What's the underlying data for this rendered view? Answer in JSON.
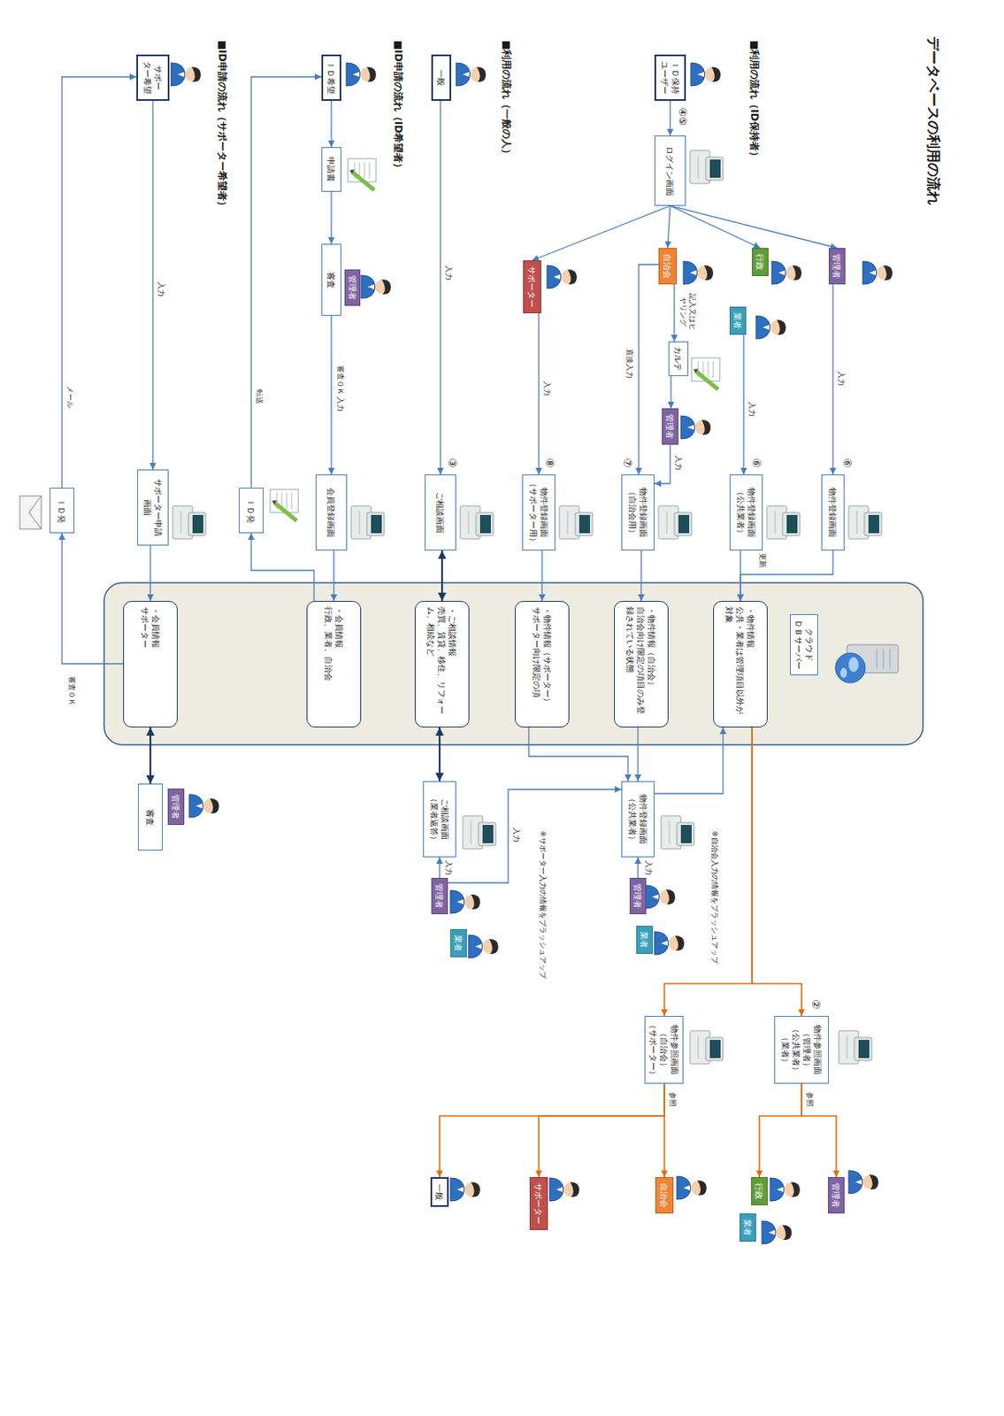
{
  "diagram": {
    "title": "データベースの利用の流れ",
    "nodes": [
      {
        "text": [
          "ＩＤ保持 ユーザー"
        ]
      },
      {
        "text": [
          "ログイン画面"
        ]
      },
      {
        "text": [
          "管理者"
        ]
      },
      {
        "text": [
          "行政"
        ]
      },
      {
        "text": [
          "業者"
        ]
      },
      {
        "text": [
          "自治会"
        ]
      },
      {
        "text": [
          "サポーター"
        ]
      },
      {
        "text": [
          "カルテ"
        ]
      },
      {
        "text": [
          "管理者"
        ]
      },
      {
        "text": [
          "一般"
        ]
      },
      {
        "text": [
          "ＩＤ希望"
        ]
      },
      {
        "text": [
          "申請書"
        ]
      },
      {
        "text": [
          "審査"
        ]
      },
      {
        "text": [
          "管理者"
        ]
      },
      {
        "text": [
          "サポー ター希望"
        ]
      },
      {
        "text": [
          "物件登録画面"
        ]
      },
      {
        "text": [
          "物件登録画面 （公共業者）"
        ]
      },
      {
        "text": [
          "物件登録画面 （自治会用）"
        ]
      },
      {
        "text": [
          "物件登録画面 （サポーター用）"
        ]
      },
      {
        "text": [
          "ご相談画面"
        ]
      },
      {
        "text": [
          "会員登録画面"
        ]
      },
      {
        "text": [
          "ＩＤ発"
        ]
      },
      {
        "text": [
          "サポーター申請 画面"
        ]
      },
      {
        "text": [
          "ＩＤ発"
        ]
      },
      {
        "text": [
          "クラウド ＤＢサーバー"
        ]
      },
      {
        "text": [
          "・物件情報",
          "公共・業者は管理項目以外が対象"
        ]
      },
      {
        "text": [
          "・物件情報（自治会）",
          "自治会向け限定の項目のみ登録されている状態"
        ]
      },
      {
        "text": [
          "・物件情報（サポーター）",
          "サポーター向け限定の項"
        ]
      },
      {
        "text": [
          "・ご相談情報",
          "売買、賃貸、移住、リフォーム、相続など"
        ]
      },
      {
        "text": [
          "・会員情報",
          "行政、業者、自治会"
        ]
      },
      {
        "text": [
          "・会員情報",
          "サポーター"
        ]
      },
      {
        "text": [
          "物件登録画面 （公共業者）"
        ]
      },
      {
        "text": [
          "ご相談画面 （業者返答）"
        ]
      },
      {
        "text": [
          "審査"
        ]
      },
      {
        "text": [
          "管理者"
        ]
      },
      {
        "text": [
          "管理者"
        ]
      },
      {
        "text": [
          "業者"
        ]
      },
      {
        "text": [
          "管理者"
        ]
      },
      {
        "text": [
          "業者"
        ]
      },
      {
        "text": [
          "物件参照画面 （管理者） （公共業者） （業者）"
        ]
      },
      {
        "text": [
          "物件参照画面 （自治会） （サポーター）"
        ]
      },
      {
        "text": [
          "管理者"
        ]
      },
      {
        "text": [
          "行政"
        ]
      },
      {
        "text": [
          "業者"
        ]
      },
      {
        "text": [
          "自治会"
        ]
      },
      {
        "text": [
          "サポーター"
        ]
      },
      {
        "text": [
          "一般"
        ]
      }
    ],
    "edges": [
      {
        "from": 0,
        "to": 1,
        "arrow": "to"
      },
      {
        "from": 1,
        "to": 2,
        "arrow": "to"
      },
      {
        "from": 1,
        "to": 3,
        "arrow": "to"
      },
      {
        "from": 1,
        "to": 5,
        "arrow": "to"
      },
      {
        "from": 1,
        "to": 6,
        "arrow": "to"
      },
      {
        "from": 2,
        "to": 15,
        "label": "入力",
        "arrow": "to"
      },
      {
        "from": 4,
        "to": 16,
        "label": "入力",
        "arrow": "to"
      },
      {
        "from": 5,
        "to": 7,
        "label": "記入又はヒヤリング",
        "arrow": "to"
      },
      {
        "from": 7,
        "to": 8,
        "arrow": "to"
      },
      {
        "from": 8,
        "to": 17,
        "label": "入力",
        "arrow": "to"
      },
      {
        "from": 5,
        "to": 17,
        "label": "直接入力",
        "arrow": "to"
      },
      {
        "from": 6,
        "to": 18,
        "label": "入力",
        "arrow": "to"
      },
      {
        "from": 9,
        "to": 19,
        "label": "入力",
        "arrow": "to"
      },
      {
        "from": 15,
        "to": 25,
        "label": "更新",
        "arrow": "to"
      },
      {
        "from": 16,
        "to": 25,
        "arrow": "to"
      },
      {
        "from": 17,
        "to": 26,
        "arrow": "to"
      },
      {
        "from": 18,
        "to": 27,
        "arrow": "to"
      },
      {
        "from": 19,
        "to": 28,
        "arrow": "both"
      },
      {
        "from": 20,
        "to": 29,
        "arrow": "to"
      },
      {
        "from": 22,
        "to": 30,
        "arrow": "to"
      },
      {
        "from": 10,
        "to": 11,
        "arrow": "to"
      },
      {
        "from": 11,
        "to": 12,
        "arrow": "to"
      },
      {
        "from": 12,
        "to": 20,
        "label": "審査ＯＫ 入力",
        "arrow": "to"
      },
      {
        "from": 29,
        "to": 21,
        "arrow": "to"
      },
      {
        "from": 21,
        "to": 10,
        "label": "転送",
        "arrow": "to"
      },
      {
        "from": 14,
        "to": 22,
        "label": "入力",
        "arrow": "to"
      },
      {
        "from": 30,
        "to": 33,
        "arrow": "both"
      },
      {
        "from": 30,
        "to": 23,
        "label": "審査ＯＫ",
        "arrow": "to"
      },
      {
        "from": 23,
        "to": 14,
        "label": "メール",
        "arrow": "to"
      },
      {
        "from": 26,
        "to": 31,
        "arrow": "to"
      },
      {
        "from": 27,
        "to": 31,
        "arrow": "to"
      },
      {
        "from": 31,
        "to": 25,
        "arrow": "to"
      },
      {
        "from": 35,
        "to": 31,
        "label": "入力",
        "arrow": "to"
      },
      {
        "from": 37,
        "to": 31,
        "label": "入力",
        "arrow": "to"
      },
      {
        "from": 37,
        "to": 32,
        "label": "入力",
        "arrow": "to"
      },
      {
        "from": 28,
        "to": 32,
        "arrow": "both"
      },
      {
        "from": 25,
        "to": 39,
        "arrow": "to"
      },
      {
        "from": 25,
        "to": 40,
        "arrow": "to"
      },
      {
        "from": 39,
        "to": 41,
        "label": "参照",
        "arrow": "to"
      },
      {
        "from": 39,
        "to": 42,
        "arrow": "to"
      },
      {
        "from": 40,
        "to": 44,
        "label": "参照",
        "arrow": "to"
      },
      {
        "from": 40,
        "to": 45,
        "arrow": "to"
      },
      {
        "from": 40,
        "to": 46,
        "arrow": "to"
      }
    ],
    "labels": [
      "■利用の流れ（ID保持者）",
      "■利用の流れ（一般の人）",
      "■ID申請の流れ（ID希望者）",
      "■ID申請の流れ（サポーター希望者）",
      "④⑤",
      "⑥",
      "⑥",
      "⑦",
      "⑧",
      "③",
      "②",
      "※自治会入力の情報をブラッシュアップ",
      "※サポーター入力の情報をブラッシュアップ"
    ]
  }
}
